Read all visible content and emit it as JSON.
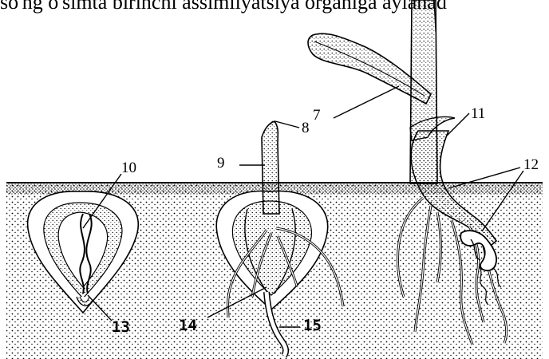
{
  "caption_text": "so'ng o'simta birinchi assimilyatsiya organiga aylanad",
  "labels": {
    "n7": "7",
    "n8": "8",
    "n9": "9",
    "n10": "10",
    "n11": "11",
    "n12": "12",
    "n13": "13",
    "n14": "14",
    "n15": "15"
  },
  "colors": {
    "ink": "#000000",
    "paper": "#ffffff"
  }
}
